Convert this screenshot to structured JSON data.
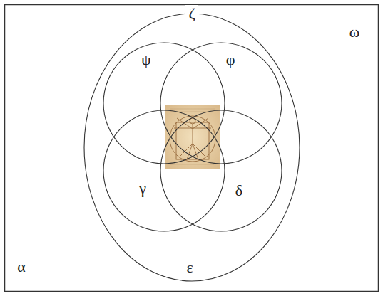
{
  "diagram": {
    "nodes": [
      {
        "text": [
          "ω",
          "α"
        ]
      },
      {
        "text": [
          "ζ",
          "ε"
        ],
        "in": 0
      },
      {
        "text": [
          "ψ"
        ],
        "in": 1
      },
      {
        "text": [
          "φ"
        ],
        "in": 1
      },
      {
        "text": [
          "γ"
        ],
        "in": 1
      },
      {
        "text": [
          "δ"
        ],
        "in": 1
      }
    ]
  }
}
